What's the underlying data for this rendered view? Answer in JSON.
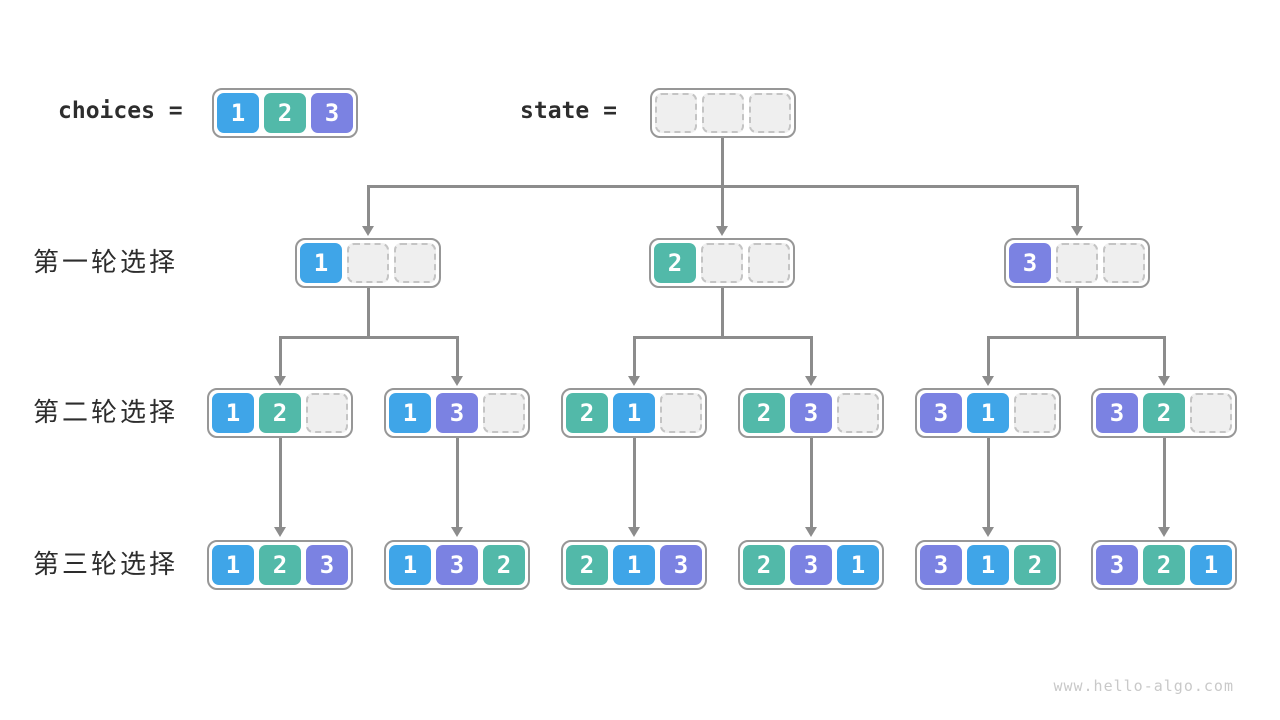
{
  "diagram": {
    "header": {
      "choices_label": "choices =",
      "state_label": "state =",
      "choices_values": [
        1,
        2,
        3
      ],
      "state_values": [
        null,
        null,
        null
      ]
    },
    "rows": [
      {
        "label": "第一轮选择",
        "nodes": [
          [
            1,
            null,
            null
          ],
          [
            2,
            null,
            null
          ],
          [
            3,
            null,
            null
          ]
        ]
      },
      {
        "label": "第二轮选择",
        "nodes": [
          [
            1,
            2,
            null
          ],
          [
            1,
            3,
            null
          ],
          [
            2,
            1,
            null
          ],
          [
            2,
            3,
            null
          ],
          [
            3,
            1,
            null
          ],
          [
            3,
            2,
            null
          ]
        ]
      },
      {
        "label": "第三轮选择",
        "nodes": [
          [
            1,
            2,
            3
          ],
          [
            1,
            3,
            2
          ],
          [
            2,
            1,
            3
          ],
          [
            2,
            3,
            1
          ],
          [
            3,
            1,
            2
          ],
          [
            3,
            2,
            1
          ]
        ]
      }
    ],
    "tree": {
      "root_children": [
        0,
        1,
        2
      ],
      "row1_to_row2": [
        [
          0,
          1
        ],
        [
          2,
          3
        ],
        [
          4,
          5
        ]
      ],
      "row2_to_row3": [
        0,
        1,
        2,
        3,
        4,
        5
      ]
    },
    "colors": {
      "value1": "#3fa5e8",
      "value2": "#52b9a9",
      "value3": "#7b82e2",
      "empty_fill": "#efefef",
      "empty_border": "#c4c4c4",
      "node_border": "#979797",
      "edge": "#8c8c8c",
      "label_text": "#2d2d2d",
      "cell_text": "#ffffff"
    },
    "watermark": "www.hello-algo.com"
  }
}
